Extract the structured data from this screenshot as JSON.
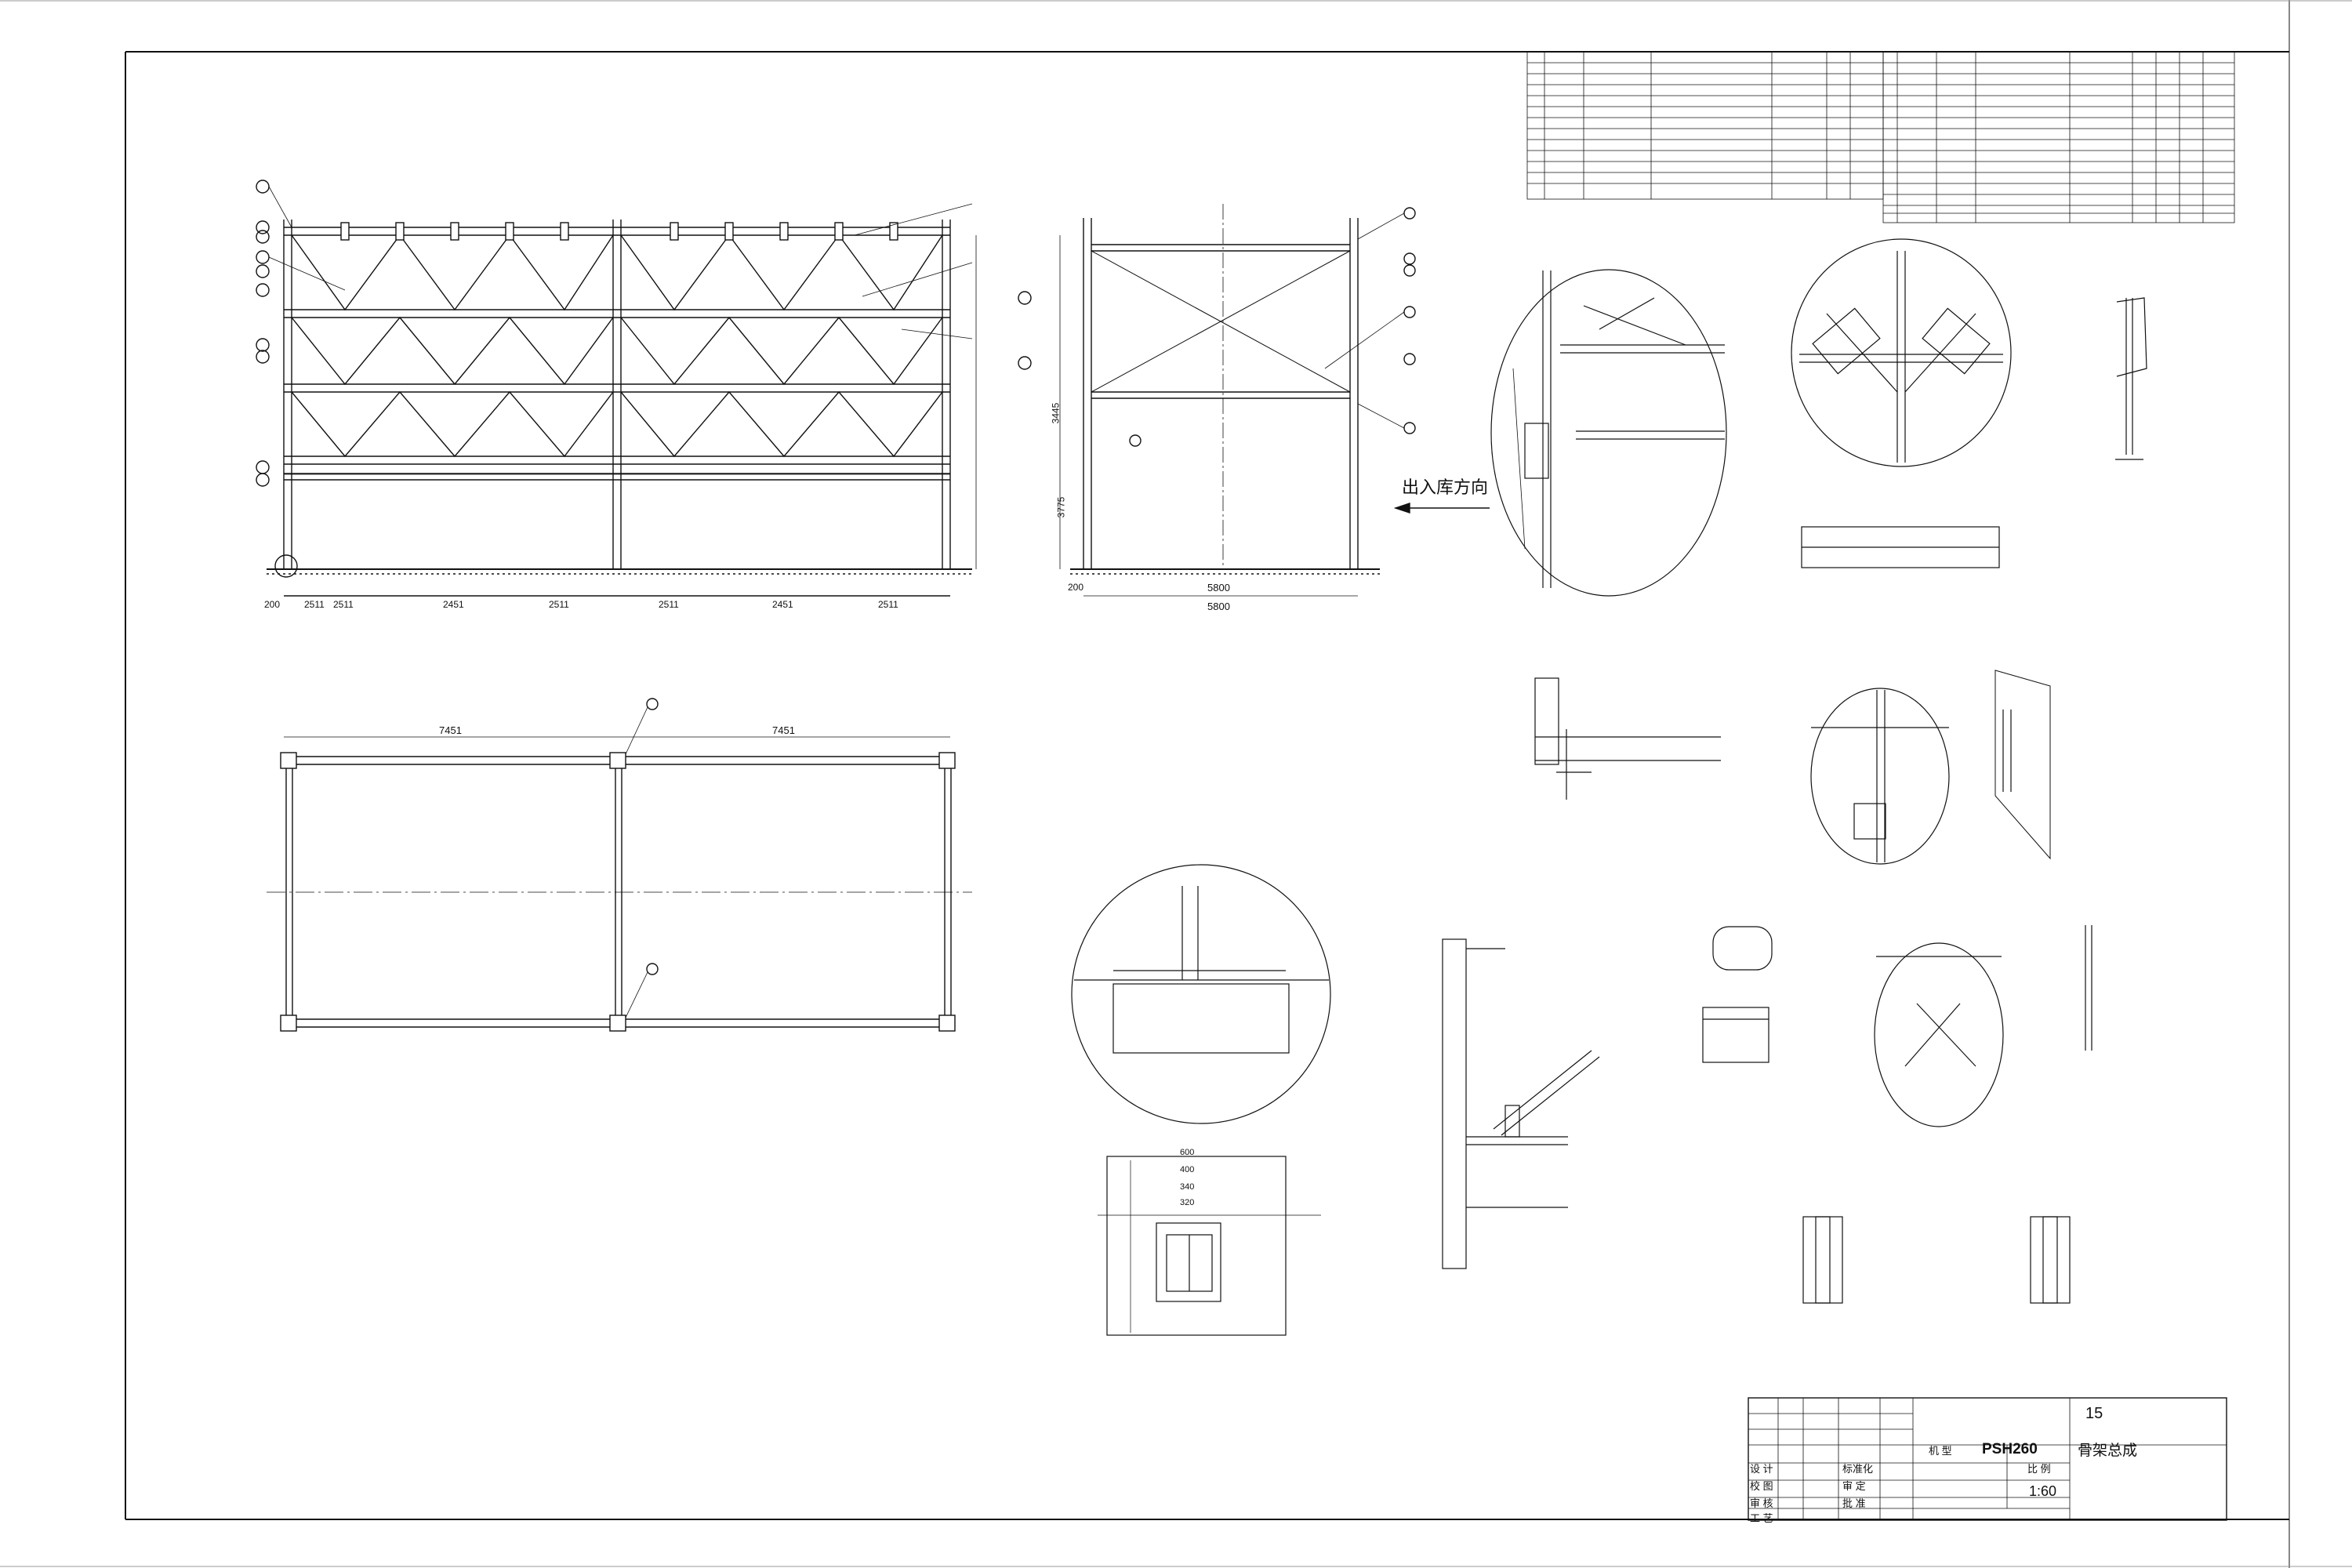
{
  "title_block": {
    "sheet_number": "15",
    "model_label": "机 型",
    "model_value": "PSH260",
    "assembly_name": "骨架总成",
    "scale_label": "比 例",
    "scale_value": "1:60",
    "rows": [
      "设 计",
      "校 图",
      "审 核",
      "工 艺"
    ],
    "checks": [
      "标准化",
      "审 定",
      "批 准"
    ]
  },
  "direction_label": "出入库方向",
  "side_view": {
    "heights": [
      "3445",
      "3775"
    ],
    "bottom_dims": [
      "2511",
      "2451",
      "2511",
      "2511",
      "2451",
      "2511"
    ],
    "edge_dim": "200"
  },
  "front_view": {
    "width_dim": "5800",
    "edge_dim": "200"
  },
  "plan_view": {
    "bay_widths": [
      "7451",
      "7451"
    ]
  },
  "base_plate": {
    "dims": [
      "600",
      "400",
      "340",
      "320"
    ]
  }
}
